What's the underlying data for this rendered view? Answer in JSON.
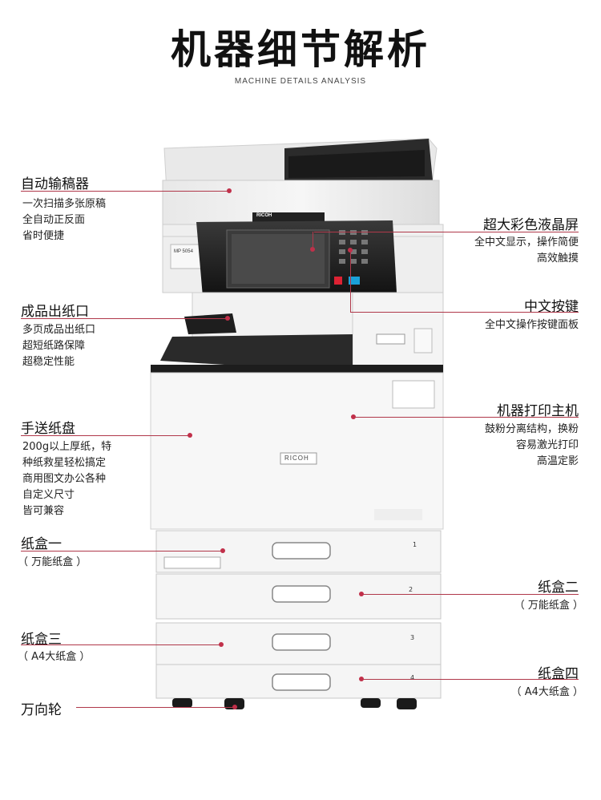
{
  "header": {
    "title": "机器细节解析",
    "subtitle": "MACHINE DETAILS ANALYSIS"
  },
  "callouts_left": [
    {
      "title": "自动输稿器",
      "desc": [
        "一次扫描多张原稿",
        "全自动正反面",
        "省时便捷"
      ]
    },
    {
      "title": "成品出纸口",
      "desc": [
        "多页成品出纸口",
        "超短纸路保障",
        "超稳定性能"
      ]
    },
    {
      "title": "手送纸盘",
      "desc": [
        "200g以上厚纸，特",
        "种纸救星轻松搞定",
        "商用图文办公各种",
        "自定义尺寸",
        "皆可兼容"
      ]
    },
    {
      "title": "纸盒一",
      "desc": [
        "（ 万能纸盒 ）"
      ]
    },
    {
      "title": "纸盒三",
      "desc": [
        "（ A4大纸盒 ）"
      ]
    },
    {
      "title": "万向轮",
      "desc": []
    }
  ],
  "callouts_right": [
    {
      "title": "超大彩色液晶屏",
      "desc": [
        "全中文显示，操作简便",
        "高效触摸"
      ]
    },
    {
      "title": "中文按键",
      "desc": [
        "全中文操作按键面板"
      ]
    },
    {
      "title": "机器打印主机",
      "desc": [
        "鼓粉分离结构，换粉",
        "容易激光打印",
        "高温定影"
      ]
    },
    {
      "title": "纸盒二",
      "desc": [
        "（ 万能纸盒 ）"
      ]
    },
    {
      "title": "纸盒四",
      "desc": [
        "（ A4大纸盒 ）"
      ]
    }
  ],
  "machine": {
    "brand": "RICOH",
    "model": "MP 5054",
    "tray_numbers": [
      "1",
      "2",
      "3",
      "4"
    ]
  },
  "colors": {
    "accent": "#c1304a"
  }
}
